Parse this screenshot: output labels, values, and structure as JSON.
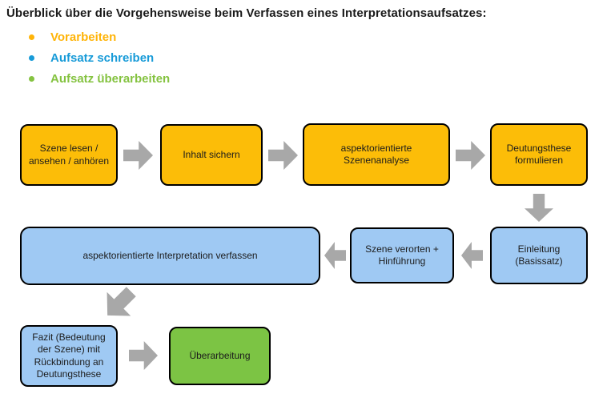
{
  "page": {
    "title": "Überblick über die Vorgehensweise beim Verfassen eines Interpretationsaufsatzes:"
  },
  "legend": {
    "items": [
      {
        "label": "Vorarbeiten",
        "color": "#FFB408",
        "phase": "vorarbeiten"
      },
      {
        "label": "Aufsatz schreiben",
        "color": "#189BD8",
        "phase": "aufsatz-schreiben"
      },
      {
        "label": "Aufsatz überarbeiten",
        "color": "#85C341",
        "phase": "aufsatz-ueberarbeiten"
      }
    ]
  },
  "flowchart": {
    "colors": {
      "vorarbeiten_fill": "#FCBD08",
      "schreiben_fill": "#9FC9F3",
      "ueberarbeiten_fill": "#7CC444",
      "arrow": "#A8A8A8",
      "border": "#000000"
    },
    "nodes": [
      {
        "id": "step-1",
        "label": "Szene lesen / ansehen / anhören",
        "phase": "vorarbeiten"
      },
      {
        "id": "step-2",
        "label": "Inhalt sichern",
        "phase": "vorarbeiten"
      },
      {
        "id": "step-3",
        "label": "aspektorientierte Szenenanalyse",
        "phase": "vorarbeiten"
      },
      {
        "id": "step-4",
        "label": "Deutungsthese formulieren",
        "phase": "vorarbeiten"
      },
      {
        "id": "step-5",
        "label": "Einleitung (Basissatz)",
        "phase": "aufsatz-schreiben"
      },
      {
        "id": "step-6",
        "label": "Szene verorten + Hinführung",
        "phase": "aufsatz-schreiben"
      },
      {
        "id": "step-7",
        "label": "aspektorientierte Interpretation verfassen",
        "phase": "aufsatz-schreiben"
      },
      {
        "id": "step-8",
        "label": "Fazit (Bedeutung der Szene) mit Rückbindung an Deutungsthese",
        "phase": "aufsatz-schreiben"
      },
      {
        "id": "step-9",
        "label": "Überarbeitung",
        "phase": "aufsatz-ueberarbeiten"
      }
    ]
  }
}
